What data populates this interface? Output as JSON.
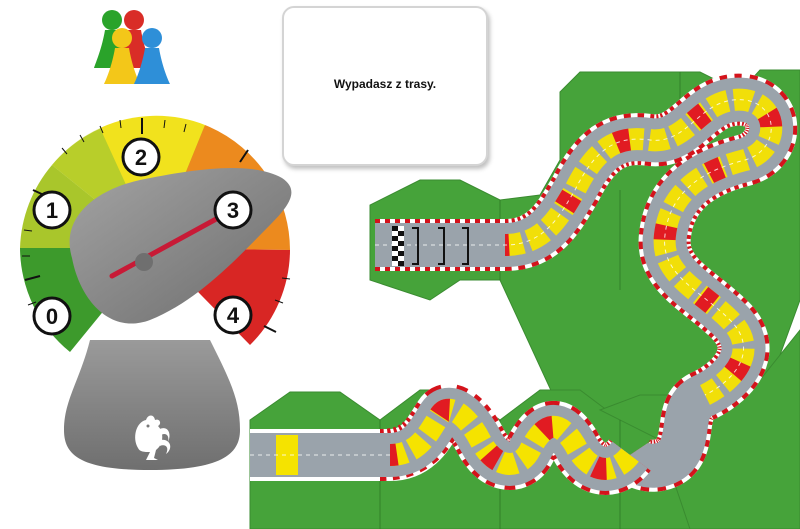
{
  "card": {
    "text": "Wypadasz z trasy."
  },
  "speedometer": {
    "labels": [
      "0",
      "1",
      "2",
      "3",
      "4"
    ],
    "zone_colors": [
      "#3d9a2c",
      "#a9c62b",
      "#f1e21d",
      "#ec8a1e",
      "#d82624"
    ],
    "selected_speed": "3",
    "logo_icon": "rooster-icon"
  },
  "pawns": {
    "icon": "pawns-icon",
    "colors": [
      "#2aa32a",
      "#d92d27",
      "#f3c719",
      "#2e8fd8"
    ]
  },
  "track": {
    "grass_color": "#46a33a",
    "road_color": "#9aa3ab",
    "curb_colors": [
      "#d4131b",
      "#ffffff"
    ],
    "tile_colors": [
      "#f5e300",
      "#e11b22"
    ],
    "tiles": "track-tiles"
  }
}
